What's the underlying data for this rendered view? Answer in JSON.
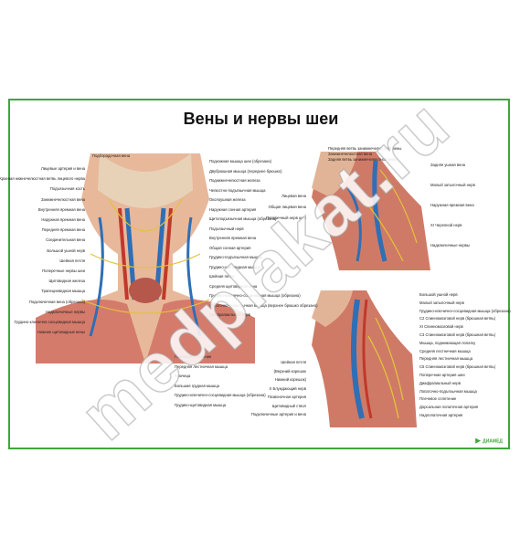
{
  "poster": {
    "title": "Вены и нервы шеи",
    "brand": "ДИАМЕД",
    "accent": "#3da83a"
  },
  "main_labels": {
    "left": [
      "Лицевые артерия и вена",
      "Краевая нижнечелюстная ветвь лицевого нерва",
      "Подъязычная кость",
      "Занижнечелюстная вена",
      "Внутренняя яремная вена",
      "Наружная яремная вена",
      "Передняя яремная вена",
      "Соединительная вена",
      "Большой ушной нерв",
      "Шейная петля",
      "Поперечные нервы шеи",
      "Щитовидная железа",
      "Трапециевидная мышца",
      "Подключичная вена (обрезана)",
      "Надключичные нервы",
      "Грудино-ключично-сосцевидная мышца",
      "Нижние щитовидные вены"
    ],
    "top": [
      "Подбородочная вена"
    ],
    "right": [
      "Подкожная мышца шеи (обрезана)",
      "Двубрюшная мышца (переднее брюшко)",
      "Поднижнечелюстная железа",
      "Челюстно-подъязычная мышца",
      "Околоушная железа",
      "Наружная сонная артерия",
      "Щитоподъязычная мышца (обрезана)",
      "Подъязычный нерв",
      "Внутренняя яремная вена",
      "Общая сонная артерия",
      "Грудино-подъязычная мышца",
      "Грудино-щитовидная мышца",
      "Шейная петля",
      "Средняя щитовидная вена",
      "Грудино-ключично-сосцевидная мышца (обрезана)",
      "Лопаточно-подъязычная мышца (верхнее брюшко обрезано)",
      "Диафрагмальный нерв"
    ],
    "bottom": [
      "Плечевое сплетение",
      "Передняя лестничная мышца",
      "Ключица",
      "Большая грудная мышца",
      "Грудино-ключично-сосцевидная мышца (обрезана)",
      "Грудино-щитовидная мышца"
    ]
  },
  "upper_labels": {
    "top": [
      "Передняя ветвь занижнечелюстной вены",
      "Занижнечелюстная вена",
      "Задняя ветвь занижнечелюстной вены"
    ],
    "right": [
      "Задняя ушная вена",
      "Малый затылочный нерв",
      "Наружная яремная вена",
      "XI Черепной нерв",
      "Надключичные нервы"
    ],
    "left": [
      "Лицевая вена",
      "Общая лицевая вена",
      "Поперечный нерв шеи"
    ]
  },
  "lower_labels": {
    "right": [
      "Большой ушной нерв",
      "Малый затылочный нерв",
      "Грудино-ключично-сосцевидная мышца (обрезана)",
      "C2 Спинномозговой нерв (брюшная ветвь)",
      "XI Спинномозговой нерв",
      "C3 Спинномозговой нерв (брюшная ветвь)",
      "Мышца, поднимающая лопатку",
      "Средняя лестничная мышца",
      "Передняя лестничная мышца",
      "C5 Спинномозговой нерв (брюшная ветвь)",
      "Поперечная артерия шеи",
      "Диафрагмальный нерв",
      "Лопаточно-подъязычная мышца",
      "Плечевое сплетение",
      "Дорсальная лопаточная артерия",
      "Надлопаточная артерия"
    ],
    "left": [
      "Шейная петля",
      "(Верхний корешок",
      "Нижний корешок)",
      "X Блуждающий нерв",
      "Позвоночная артерия",
      "Щитовидный ствол",
      "Подключичные артерия и вена"
    ]
  },
  "watermark": "medplakat.ru"
}
